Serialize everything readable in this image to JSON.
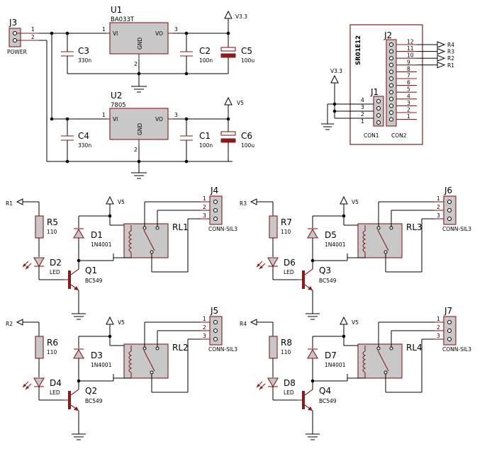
{
  "power_section": {
    "j3": {
      "ref": "J3",
      "value": "POWER",
      "pins": [
        "1",
        "2"
      ]
    },
    "u1": {
      "ref": "U1",
      "value": "BA033T",
      "vi": "VI",
      "vo": "VO",
      "gnd": "GND",
      "pin_vi": "1",
      "pin_vo": "3",
      "pin_gnd": "2"
    },
    "u2": {
      "ref": "U2",
      "value": "7805",
      "vi": "VI",
      "vo": "VO",
      "gnd": "GND",
      "pin_vi": "1",
      "pin_vo": "3",
      "pin_gnd": "2"
    },
    "c3": {
      "ref": "C3",
      "value": "330n"
    },
    "c2": {
      "ref": "C2",
      "value": "100n"
    },
    "c5": {
      "ref": "C5",
      "value": "100u"
    },
    "c4": {
      "ref": "C4",
      "value": "330n"
    },
    "c1": {
      "ref": "C1",
      "value": "100n"
    },
    "c6": {
      "ref": "C6",
      "value": "100u"
    },
    "rail_33": "V3.3",
    "rail_5": "V5"
  },
  "receiver": {
    "module": "SR01E12",
    "j1": {
      "ref": "J1",
      "value": "CON1",
      "pins": [
        "4",
        "3",
        "2",
        "1"
      ]
    },
    "j2": {
      "ref": "J2",
      "value": "CON2",
      "pins": [
        "12",
        "11",
        "10",
        "9",
        "8",
        "7",
        "6",
        "5",
        "4",
        "3",
        "2",
        "1"
      ]
    },
    "rail": "V3.3",
    "outputs": [
      "R4",
      "R3",
      "R2",
      "R1"
    ]
  },
  "channels": [
    {
      "input": "R1",
      "r_ref": "R5",
      "r_val": "110",
      "led_ref": "D2",
      "led_val": "LED",
      "q_ref": "Q1",
      "q_val": "BC549",
      "d_ref": "D1",
      "d_val": "1N4001",
      "relay": "RL1",
      "conn": "J4",
      "conn_val": "CONN-SIL3",
      "rail": "V5",
      "pins": [
        "1",
        "2",
        "3"
      ]
    },
    {
      "input": "R3",
      "r_ref": "R7",
      "r_val": "110",
      "led_ref": "D6",
      "led_val": "LED",
      "q_ref": "Q3",
      "q_val": "BC549",
      "d_ref": "D5",
      "d_val": "1N4001",
      "relay": "RL3",
      "conn": "J6",
      "conn_val": "CONN-SIL3",
      "rail": "V5",
      "pins": [
        "1",
        "2",
        "3"
      ]
    },
    {
      "input": "R2",
      "r_ref": "R6",
      "r_val": "110",
      "led_ref": "D4",
      "led_val": "LED",
      "q_ref": "Q2",
      "q_val": "BC549",
      "d_ref": "D3",
      "d_val": "1N4001",
      "relay": "RL2",
      "conn": "J5",
      "conn_val": "CONN-SIL3",
      "rail": "V5",
      "pins": [
        "1",
        "2",
        "3"
      ]
    },
    {
      "input": "R4",
      "r_ref": "R8",
      "r_val": "110",
      "led_ref": "D8",
      "led_val": "LED",
      "q_ref": "Q4",
      "q_val": "BC549",
      "d_ref": "D7",
      "d_val": "1N4001",
      "relay": "RL4",
      "conn": "J7",
      "conn_val": "CONN-SIL3",
      "rail": "V5",
      "pins": [
        "1",
        "2",
        "3"
      ]
    }
  ]
}
